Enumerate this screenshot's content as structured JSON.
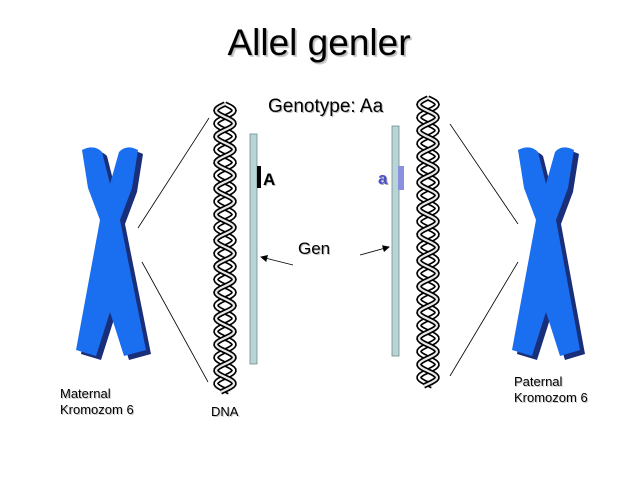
{
  "title": "Allel genler",
  "genotype_label": "Genotype: Aa",
  "gene_label": "Gen",
  "allele_dominant": "A",
  "allele_recessive": "a",
  "maternal": {
    "line1": "Maternal",
    "line2": "Kromozom 6"
  },
  "paternal": {
    "line1": "Paternal",
    "line2": "Kromozom 6"
  },
  "dna_label": "DNA",
  "colors": {
    "chromosome": "#1a6ef0",
    "chromosome_shadow": "#1a2f7a",
    "strand_bar": "#b9d4d4",
    "recessive_marker": "#8a8fe0",
    "recessive_text": "#4b52c9"
  }
}
